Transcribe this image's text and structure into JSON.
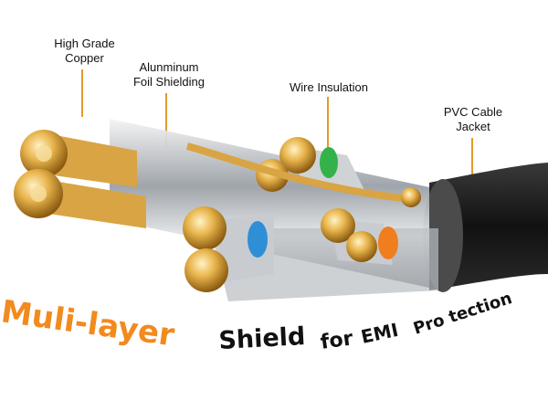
{
  "callouts": [
    {
      "id": "copper",
      "text": "High Grade\nCopper"
    },
    {
      "id": "foil",
      "text": "Alunminum\nFoil Shielding"
    },
    {
      "id": "insulation",
      "text": "Wire Insulation"
    },
    {
      "id": "jacket",
      "text": "PVC Cable\nJacket"
    }
  ],
  "tagline": {
    "part1": "Muli-layer",
    "part2": "Shield",
    "part3": "for",
    "part4": "EMI",
    "part5": "Pro tection"
  },
  "colors": {
    "accent": "#f28a1e",
    "leader": "#e39a2a",
    "copper": "#e3b04a",
    "jacket": "#1c1c1c",
    "green": "#34b24a",
    "blue": "#2f8fd6",
    "orange": "#f07d1e"
  }
}
